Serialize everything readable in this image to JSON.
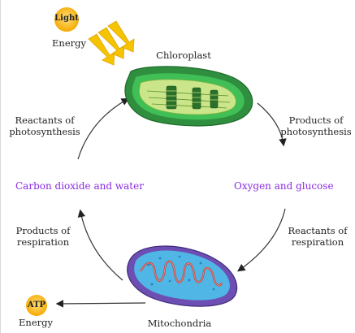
{
  "light": {
    "badge": "Light",
    "caption": "Energy"
  },
  "atp": {
    "badge": "ATP",
    "caption": "Energy"
  },
  "chloroplast": {
    "label": "Chloroplast"
  },
  "mitochondria": {
    "label": "Mitochondria"
  },
  "labels": {
    "products_photosynthesis": "Products of\nphotosynthesis",
    "reactants_photosynthesis": "Reactants of\nphotosynthesis",
    "products_respiration": "Products of\nrespiration",
    "reactants_respiration": "Reactants of\nrespiration"
  },
  "molecules": {
    "left": "Carbon dioxide and water",
    "right": "Oxygen and glucose"
  },
  "colors": {
    "accent_purple": "#8a2be2",
    "chloroplast_outer": "#3fa34d",
    "chloroplast_inner": "#c7e58a",
    "mito_outer": "#6a4cae",
    "mito_inner": "#4fb6e6",
    "sun": "#f5b700"
  }
}
